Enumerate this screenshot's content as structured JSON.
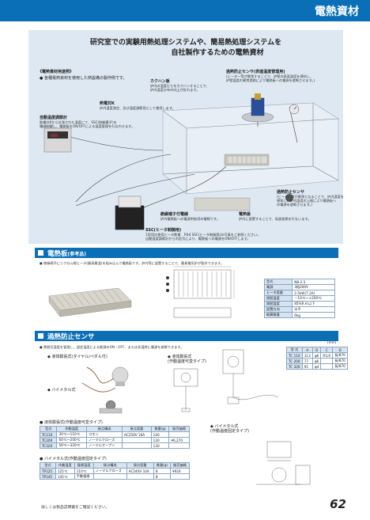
{
  "header": {
    "title": "電熱資材"
  },
  "hero": {
    "headline_line1": "研究室での実験用熱処理システムや、簡易熱処理システムを",
    "headline_line2": "自社製作するための電熱資材",
    "usage_title": "《電熱資材用途例》",
    "usage_text": "● 各種電熱資材を使用した熱設備の製作例です。",
    "callouts": {
      "cover_title": "カクハン板",
      "cover_text": "炉内の温度むらをカクハンすることで、\n炉内温度分布の向上が計れます。",
      "insulation_title": "熱電対K",
      "insulation_text": "炉内温度測定、及び温度調節用として使用します。",
      "ssc_title": "自動温度調節計",
      "ssc_text": "熱電対Kから計測された温度にて、SSC(制御素子)を\n電磁制御し、電熱板をON/OFFによる温度管理を行なわせます。",
      "overheat_title": "過熱防止センサ(表面温度管理用)",
      "overheat_text": "(ヒーター等が異常することで、炉壁の表面温度を感知し、\n炉壁温度の異常過熱により電熱板への電源を遮断させます。)",
      "cutoff_title": "過熱防止センサ",
      "cutoff_text": "(ヒーター等が異常となることで、炉内温度を\n感知し、炉内温度の上限により電熱板へ\nの電源を遮断させます。)",
      "terminal_title": "絶縁端子付電線",
      "terminal_text": "炉内電熱板への電源供給用の電線です。",
      "heater_title": "電熱板",
      "heater_text": "炉内に設置することで、局部加熱を行ないます。",
      "control_title": "SSC(ヒータ制御用)",
      "control_text": "1型用の使用ヒータ数量　P.84 SSC(ヒータ制御用)の写真をご参照ください。\n自動温度調節計からの信号により、電熱板への電源をON/OFFします。"
    }
  },
  "section1": {
    "title": "電熱板",
    "title_suffix": "(参考品)",
    "desc": "● 絶縁碍子にニクロム線ヒータ(最高最温)を組み込んで電熱板です。炉内等に設置することで、簡易電気炉が製作できます。",
    "specs": [
      {
        "k": "型式",
        "v": "NB-2.5"
      },
      {
        "k": "電源",
        "v": "3相200V"
      },
      {
        "k": "ヒータ容量",
        "v": "2.5kW(7.2A)"
      },
      {
        "k": "周囲温度",
        "v": "－10℃〜+200℃"
      },
      {
        "k": "周囲湿度",
        "v": "85%R.H.以下"
      },
      {
        "k": "設置方向",
        "v": "水平"
      },
      {
        "k": "概算質量",
        "v": "6kg"
      }
    ]
  },
  "section2": {
    "title": "過熱防止センサ",
    "desc": "● 雰囲気温度を管理し、設定温度による熱源のON・OFF、または非温時に電源を遮断できます。",
    "type_a": "◆ 液体膨張式(ダイヤル/ペダル付)",
    "type_b": "◆ 液体膨張式\n(作動温度可変タイプ)",
    "type_c": "◆ バイメタル式",
    "type_d": "◆ バイメタル式\n(作動温度固定タイプ)",
    "unit": "(mm)",
    "dim_table": {
      "headers": [
        "型 式",
        "A",
        "B",
        "C",
        "D"
      ],
      "rows": [
        [
          "TC 110",
          "113",
          "φ6",
          "R1/4",
          "長/870"
        ],
        [
          "TC 200",
          "77",
          "φ6",
          "",
          "長/870"
        ],
        [
          "TC 320",
          "91",
          "φ4",
          "",
          "長/870"
        ]
      ]
    },
    "table1": {
      "caption": "● 液体膨張式(作動温度可変タイプ)",
      "headers": [
        "型式",
        "作動温度",
        "接点構成",
        "接点容量",
        "質量(g)",
        "販売価格"
      ],
      "rows": [
        [
          "TC110",
          "30℃〜110℃",
          "コモン",
          "AC250V 16A",
          "140",
          ""
        ],
        [
          "TC200",
          "60℃〜200℃",
          "ノーマルクローズ",
          "",
          "130",
          "¥6,270"
        ],
        [
          "TC320",
          "50℃〜320℃",
          "ノーマルオープン",
          "",
          "130",
          ""
        ]
      ]
    },
    "table2": {
      "caption": "● バイメタル式(作動温度固定タイプ)",
      "headers": [
        "型式",
        "作動温度",
        "復帰温度",
        "接点構成",
        "接点容量",
        "質量(g)",
        "販売価格"
      ],
      "rows": [
        [
          "TP125",
          "125℃",
          "110℃",
          "ノーマルクローズ",
          "AC240V 10A",
          "8",
          "¥924"
        ],
        [
          "TP145",
          "145℃",
          "手動復帰",
          "",
          "",
          "8",
          ""
        ]
      ]
    }
  },
  "footer": {
    "note": "詳しくは製品説明書をご確認ください。",
    "page": "62"
  }
}
